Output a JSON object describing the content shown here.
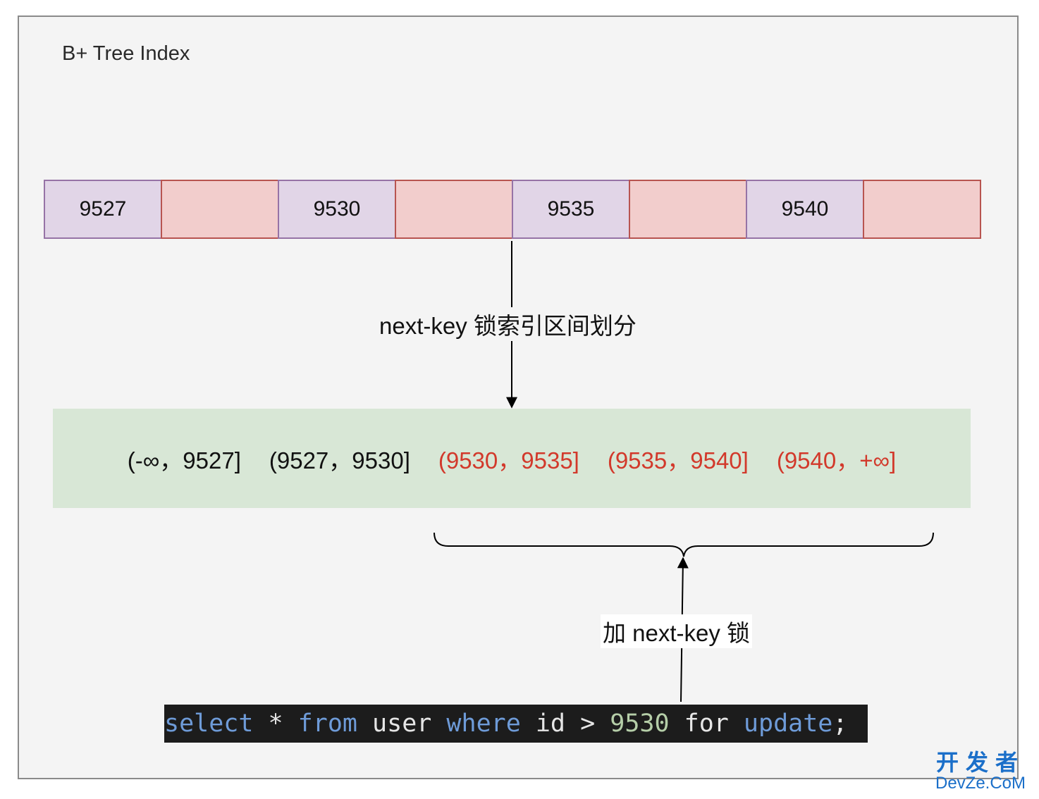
{
  "title": "B+ Tree Index",
  "index_cells": [
    {
      "label": "9527",
      "kind": "key"
    },
    {
      "label": "",
      "kind": "gap"
    },
    {
      "label": "9530",
      "kind": "key"
    },
    {
      "label": "",
      "kind": "gap"
    },
    {
      "label": "9535",
      "kind": "key"
    },
    {
      "label": "",
      "kind": "gap"
    },
    {
      "label": "9540",
      "kind": "key"
    },
    {
      "label": "",
      "kind": "gap"
    }
  ],
  "divide_label": "next-key 锁索引区间划分",
  "intervals": [
    {
      "text": "(-∞，9527]",
      "locked": false
    },
    {
      "text": "(9527，9530]",
      "locked": false
    },
    {
      "text": "(9530，9535]",
      "locked": true
    },
    {
      "text": "(9535，9540]",
      "locked": true
    },
    {
      "text": "(9540，+∞]",
      "locked": true
    }
  ],
  "lock_label": "加 next-key 锁",
  "sql": {
    "select": "select",
    "star": "*",
    "from": "from",
    "table": "user",
    "where": "where",
    "column": "id",
    "op": ">",
    "value": "9530",
    "for": "for",
    "update": "update",
    "semicolon": ";"
  },
  "watermark": {
    "top": "开发者",
    "bottom": "DevZe.CoM"
  },
  "colors": {
    "key_fill": "#e1d5e7",
    "key_stroke": "#9673a6",
    "gap_fill": "#f2cdcc",
    "gap_stroke": "#b85450",
    "interval_band": "#d8e7d6",
    "locked_text": "#d2392b",
    "sql_keyword": "#6e9bd8",
    "sql_number": "#b5cea8",
    "watermark": "#1b6fc9"
  }
}
